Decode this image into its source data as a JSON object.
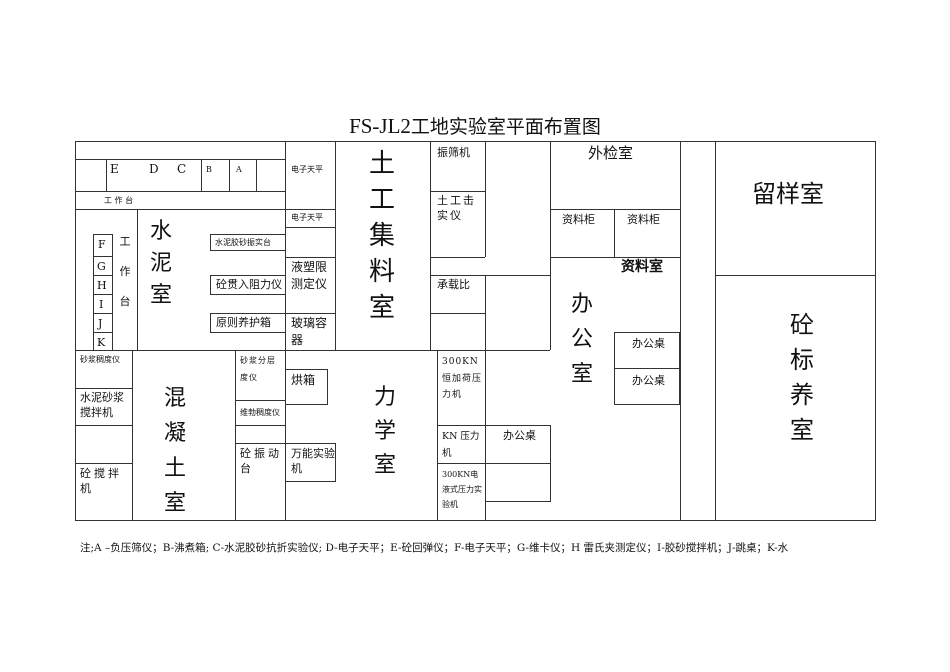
{
  "title": "FS-JL2工地实验室平面布置图",
  "title_latin": "FS-JL2",
  "title_cn": "工地实验室平面布置图",
  "labels": {
    "E": "E",
    "D": "D",
    "C": "C",
    "B": "B",
    "A": "A",
    "scale1": "电子天平",
    "scale2": "电子天平",
    "workbench_h": "工  作  台",
    "workbench_v": "工作台",
    "F": "F",
    "G": "G",
    "H": "H",
    "I": "I",
    "J": "J",
    "K": "K",
    "cement_room": "水泥室",
    "mortar_table": "水泥胶砂振实台",
    "penetration": "砼贯入阻力仪",
    "curing_box": "原则养护箱",
    "liquid_plastic": "液塑限测定仪",
    "glass_container": "玻璃容器",
    "soil_room": "土工集料室",
    "sieve_shaker": "振筛机",
    "compactor": "土工击实仪",
    "cbr": "承载比",
    "external_inspection": "外检室",
    "cabinet1": "资料柜",
    "cabinet2": "资料柜",
    "archive_room": "资料室",
    "office_room": "办公室",
    "desk1": "办公桌",
    "desk2": "办公桌",
    "desk3": "办公桌",
    "sample_room": "留样室",
    "curing_room": "砼标养室",
    "mortar_consistency": "砂浆稠度仪",
    "mortar_mixer": "水泥砂浆搅拌机",
    "concrete_mixer": "砼搅拌机",
    "concrete_room": "混凝土室",
    "mortar_layer": "砂浆分层度仪",
    "vebe": "维勃稠度仪",
    "vibration": "砼振动台",
    "oven": "烘箱",
    "universal": "万能实验机",
    "mechanics_room": "力学室",
    "press300": "300KN恒加荷压力机",
    "press_kn": "KN 压力机",
    "press300e": "300KN电液式压力实验机"
  },
  "note": "注;A –负压筛仪；B-沸煮箱; C-水泥胶砂抗折实验仪; D-电子天平；E-砼回弹仪；F-电子天平；G-维卡仪；H 雷氏夹测定仪；I-胶砂搅拌机；J-跳桌；K-水"
}
